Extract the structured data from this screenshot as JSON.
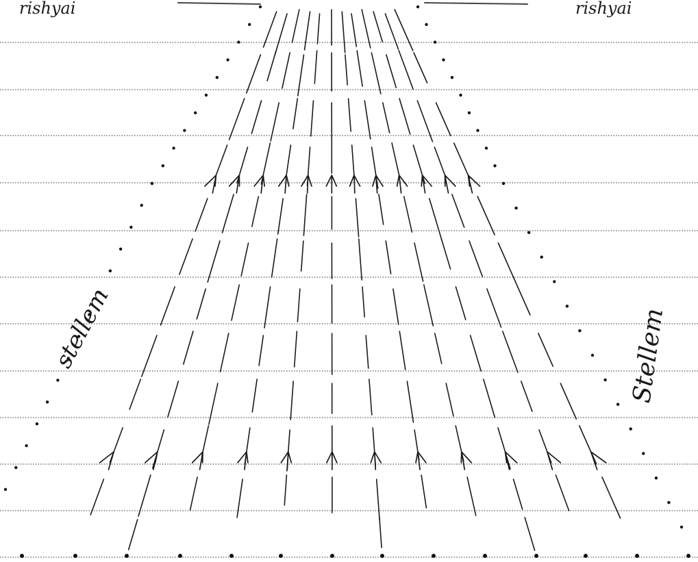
{
  "labels": {
    "top_left": "rishyai",
    "top_right": "rishyai",
    "left_side": "stellem",
    "right_side": "Stellem"
  },
  "colors": {
    "paper": "#ffffff",
    "ink": "#1a1a1a",
    "rule": "#555555"
  }
}
